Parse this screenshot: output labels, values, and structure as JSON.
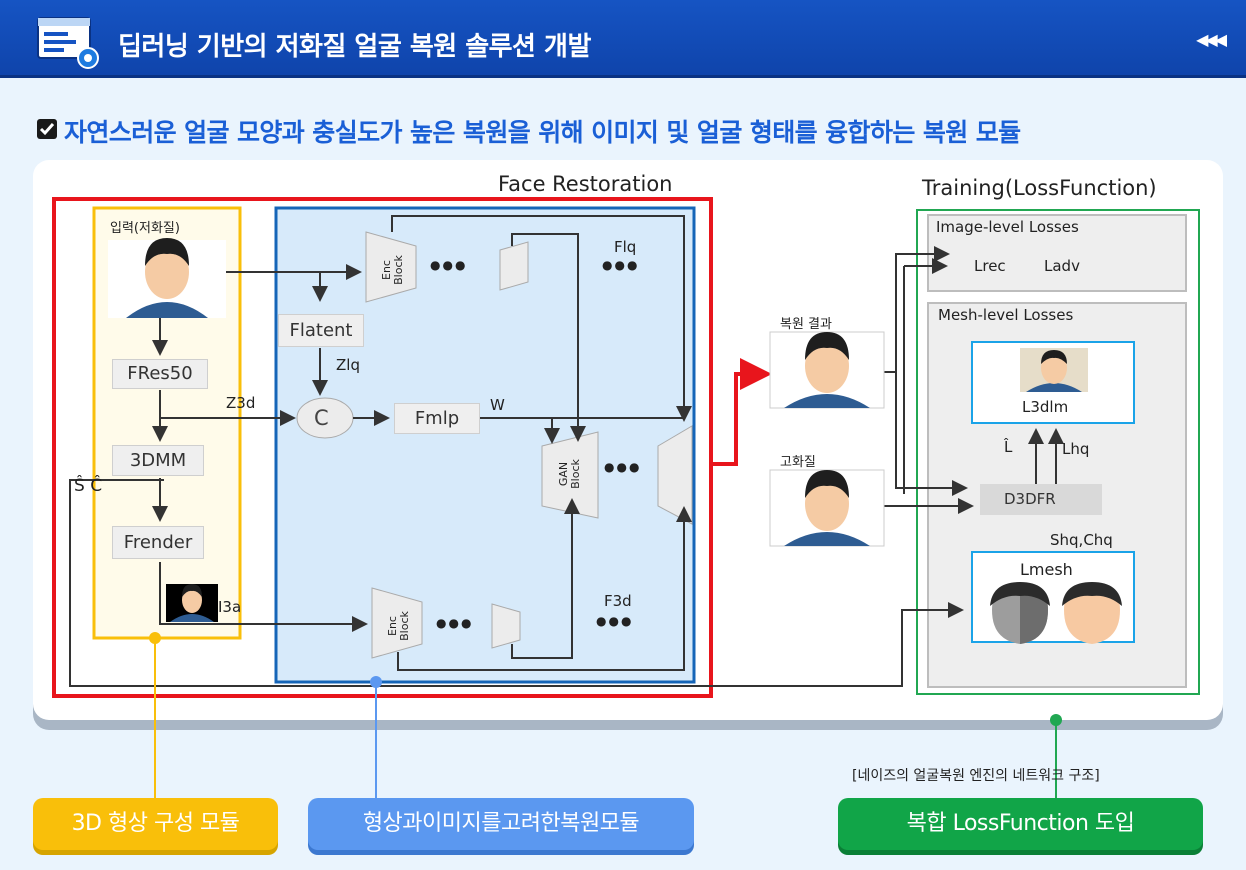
{
  "header": {
    "title": "딥러닝 기반의 저화질 얼굴 복원 솔루션 개발",
    "back_glyph": "◀◀◀"
  },
  "subtitle": "자연스러운 얼굴 모양과 충실도가 높은 복원을 위해 이미지 및 얼굴 형태를 융합하는 복원 모듈",
  "diagram": {
    "face_restoration_title": "Face Restoration",
    "training_title": "Training(LossFunction)",
    "input_label": "입력(저화질)",
    "f_res50": "FRes50",
    "z3d": "Z3d",
    "dmm": "3DMM",
    "sc": "Ŝ Ĉ",
    "f_render": "Frender",
    "i3a": "I3a",
    "f_latent": "Flatent",
    "zlq": "Zlq",
    "concat": "C",
    "f_mlp": "Fmlp",
    "w": "W",
    "enc_block": "Enc Block",
    "gan_block": "GAN Block",
    "flq": "Flq",
    "f3d": "F3d",
    "ellipsis": "●●●",
    "result_label": "복원 결과",
    "hq_label": "고화질",
    "image_losses": "Image-level Losses",
    "lrec": "Lrec",
    "ladv": "Ladv",
    "mesh_losses": "Mesh-level Losses",
    "l3dlm": "L3dlm",
    "l_hat": "L̂",
    "lhq": "Lhq",
    "d3dfr": "D3DFR",
    "shq_chq": "Shq,Chq",
    "lmesh": "Lmesh",
    "caption": "[네이즈의 얼굴복원 엔진의 네트워크 구조]"
  },
  "pills": [
    {
      "label": "3D 형상 구성 모듈",
      "color": "#f9bf0a"
    },
    {
      "label": "형상과이미지를고려한복원모듈",
      "color": "#5b98f0"
    },
    {
      "label": "복합 LossFunction 도입",
      "color": "#11a548"
    }
  ],
  "colors": {
    "header": "#1654c3",
    "accent_blue": "#1a5fd6",
    "red_frame": "#e8151c",
    "yellow_frame": "#f9bf0a",
    "blue_frame": "#1565b8",
    "green_frame": "#21a752"
  }
}
